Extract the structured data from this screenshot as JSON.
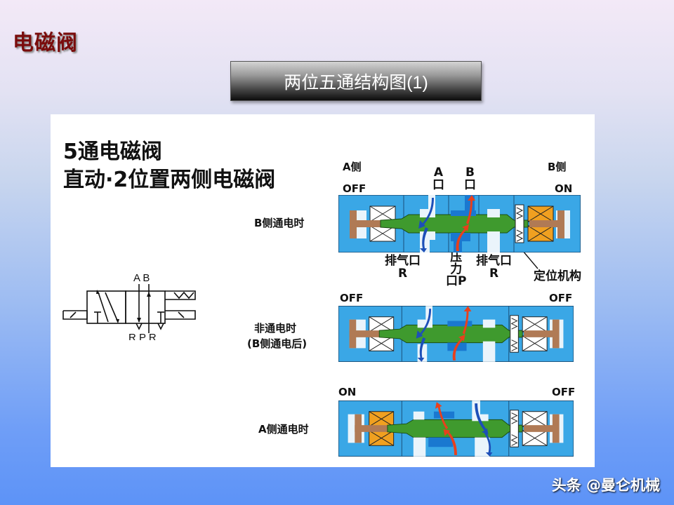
{
  "slide": {
    "title": "电磁阀",
    "subtitle": "两位五通结构图(1)"
  },
  "diagram": {
    "heading_line1": "5通电磁阀",
    "heading_line2": "直动·2位置两侧电磁阀",
    "symbol": {
      "top_ports": "A B",
      "bottom_ports": "R P R"
    },
    "states": [
      {
        "label": "B侧通电时",
        "left_side": "A侧",
        "right_side": "B侧",
        "left_state": "OFF",
        "right_state": "ON",
        "port_a": "A\n口",
        "port_b": "B\n口",
        "exhaust_left": "排气口\nR",
        "pressure": "压\n力\n口P",
        "exhaust_right": "排气口\nR",
        "detent": "定位机构"
      },
      {
        "label_line1": "非通电时",
        "label_line2": "(B侧通电后)",
        "left_state": "OFF",
        "right_state": "OFF"
      },
      {
        "label": "A侧通电时",
        "left_state": "ON",
        "right_state": "OFF"
      }
    ],
    "colors": {
      "body_blue": "#3aa7e6",
      "spool_green": "#3f9a2e",
      "coil_on": "#f0a020",
      "coil_off": "#ffffff",
      "armature": "#b07a55",
      "flow_in": "#e8401c",
      "flow_out": "#1d4fb8"
    }
  },
  "watermark": "头条 @曼仑机械"
}
